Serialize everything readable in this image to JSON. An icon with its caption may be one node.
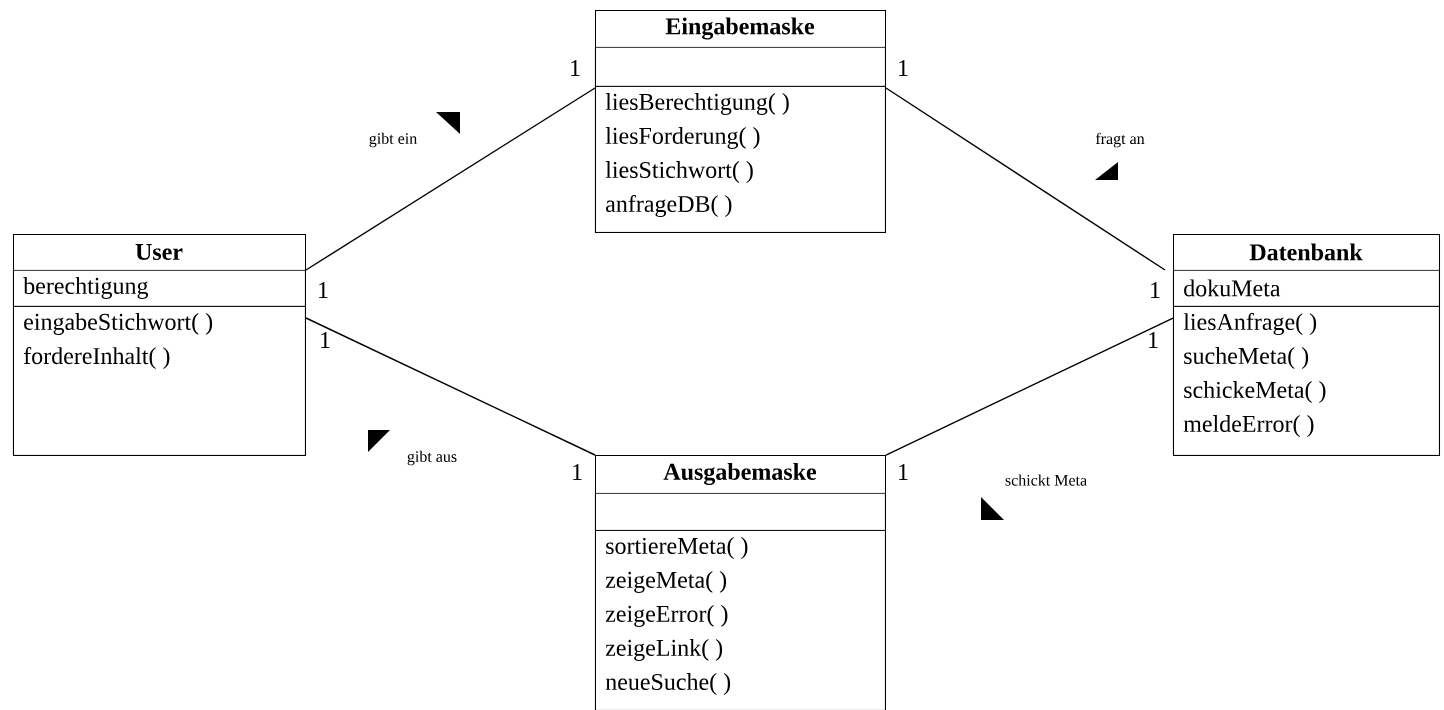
{
  "diagram": {
    "nodes": [
      {
        "text": [
          "Eingabemaske"
        ]
      },
      {
        "text": [],
        "shape": "box",
        "in": 0
      },
      {
        "text": [
          "liesBerechtigung( )",
          "liesForderung( )",
          "liesStichwort( )",
          "anfrageDB( )"
        ],
        "in": 0
      },
      {
        "text": [
          "User"
        ]
      },
      {
        "text": [
          "berechtigung"
        ],
        "in": 3
      },
      {
        "text": [
          "eingabeStichwort( )",
          "fordereInhalt( )"
        ],
        "in": 3
      },
      {
        "text": [
          "Datenbank"
        ]
      },
      {
        "text": [
          "dokuMeta"
        ],
        "in": 6
      },
      {
        "text": [
          "liesAnfrage( )",
          "sucheMeta( )",
          "schickeMeta( )",
          "meldeError( )"
        ],
        "in": 6
      },
      {
        "text": [
          "Ausgabemaske"
        ]
      },
      {
        "text": [],
        "shape": "box",
        "in": 9
      },
      {
        "text": [
          "sortiereMeta( )",
          "zeigeMeta( )",
          "zeigeError( )",
          "zeigeLink( )",
          "neueSuche( )"
        ],
        "in": 9
      }
    ],
    "edges": [
      {
        "from": 3,
        "to": 0,
        "arrow": "none",
        "label": "gibt ein"
      },
      {
        "from": 0,
        "to": 6,
        "arrow": "none",
        "label": "fragt an"
      },
      {
        "from": 3,
        "to": 9,
        "arrow": "none",
        "label": "gibt aus"
      },
      {
        "from": 6,
        "to": 9,
        "arrow": "none",
        "label": "schickt Meta"
      }
    ],
    "labels": [
      "1",
      "1",
      "1",
      "1",
      "1",
      "1",
      "1",
      "1"
    ]
  }
}
